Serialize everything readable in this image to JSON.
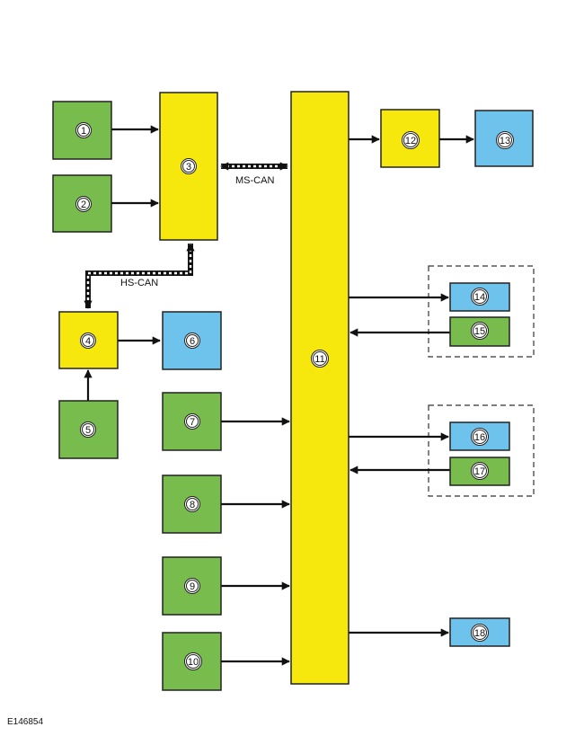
{
  "colors": {
    "green": "#77bc4d",
    "yellow": "#f6e80d",
    "blue": "#6ec3ec",
    "line": "#111111"
  },
  "blocks": [
    {
      "id": "1",
      "label": "1",
      "color": "green"
    },
    {
      "id": "2",
      "label": "2",
      "color": "green"
    },
    {
      "id": "3",
      "label": "3",
      "color": "yellow"
    },
    {
      "id": "4",
      "label": "4",
      "color": "yellow"
    },
    {
      "id": "5",
      "label": "5",
      "color": "green"
    },
    {
      "id": "6",
      "label": "6",
      "color": "blue"
    },
    {
      "id": "7",
      "label": "7",
      "color": "green"
    },
    {
      "id": "8",
      "label": "8",
      "color": "green"
    },
    {
      "id": "9",
      "label": "9",
      "color": "green"
    },
    {
      "id": "10",
      "label": "10",
      "color": "green"
    },
    {
      "id": "11",
      "label": "11",
      "color": "yellow"
    },
    {
      "id": "12",
      "label": "12",
      "color": "yellow"
    },
    {
      "id": "13",
      "label": "13",
      "color": "blue"
    },
    {
      "id": "14",
      "label": "14",
      "color": "blue"
    },
    {
      "id": "15",
      "label": "15",
      "color": "green"
    },
    {
      "id": "16",
      "label": "16",
      "color": "blue"
    },
    {
      "id": "17",
      "label": "17",
      "color": "green"
    },
    {
      "id": "18",
      "label": "18",
      "color": "blue"
    }
  ],
  "buses": {
    "ms_can": "MS-CAN",
    "hs_can": "HS-CAN"
  },
  "connections": [
    {
      "from": "1",
      "to": "3"
    },
    {
      "from": "2",
      "to": "3"
    },
    {
      "from": "3",
      "to": "11",
      "bus": "ms_can"
    },
    {
      "from": "3",
      "to": "4",
      "bus": "hs_can"
    },
    {
      "from": "4",
      "to": "6"
    },
    {
      "from": "5",
      "to": "4"
    },
    {
      "from": "7",
      "to": "11"
    },
    {
      "from": "8",
      "to": "11"
    },
    {
      "from": "9",
      "to": "11"
    },
    {
      "from": "10",
      "to": "11"
    },
    {
      "from": "11",
      "to": "12"
    },
    {
      "from": "12",
      "to": "13"
    },
    {
      "from": "11",
      "to": "14"
    },
    {
      "from": "15",
      "to": "11"
    },
    {
      "from": "11",
      "to": "16"
    },
    {
      "from": "17",
      "to": "11"
    },
    {
      "from": "11",
      "to": "18"
    }
  ],
  "reference": "E146854"
}
